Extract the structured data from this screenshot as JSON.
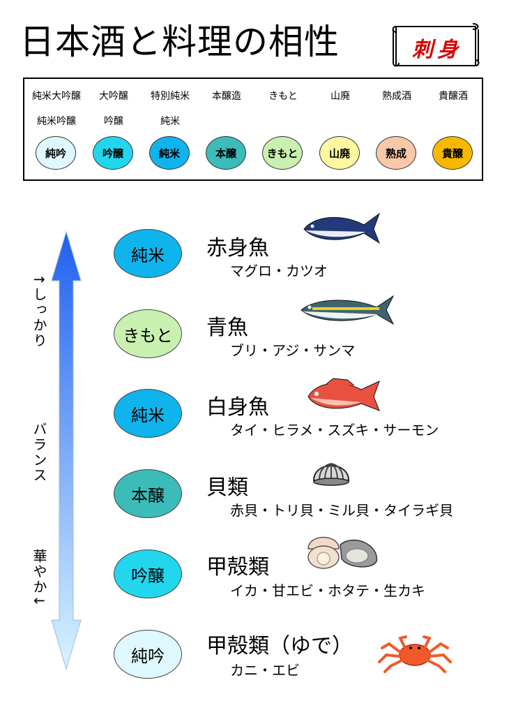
{
  "title": "日本酒と料理の相性",
  "scroll_label": "刺身",
  "legend": [
    {
      "name": "純米大吟醸",
      "name2": "純米吟醸",
      "short": "純吟",
      "color": "#dff8ff"
    },
    {
      "name": "大吟醸",
      "name2": "吟醸",
      "short": "吟醸",
      "color": "#22d6ee"
    },
    {
      "name": "特別純米",
      "name2": "純米",
      "short": "純米",
      "color": "#10b4ec"
    },
    {
      "name": "本醸造",
      "name2": "",
      "short": "本醸",
      "color": "#3cbcb8"
    },
    {
      "name": "きもと",
      "name2": "",
      "short": "きもと",
      "color": "#c8f0b0"
    },
    {
      "name": "山廃",
      "name2": "",
      "short": "山廃",
      "color": "#fff6a0"
    },
    {
      "name": "熟成酒",
      "name2": "",
      "short": "熟成",
      "color": "#f8c8a8"
    },
    {
      "name": "貴醸酒",
      "name2": "",
      "short": "貴醸",
      "color": "#f8b800"
    }
  ],
  "scale": {
    "top": "↑しっかり",
    "middle": "バランス",
    "bottom": "華やか↓"
  },
  "rows": [
    {
      "badge": "純米",
      "badge_color": "#10b4ec",
      "category": "赤身魚",
      "examples": "マグロ・カツオ",
      "icon": "tuna-icon"
    },
    {
      "badge": "きもと",
      "badge_color": "#c8f0b0",
      "category": "青魚",
      "examples": "ブリ・アジ・サンマ",
      "icon": "yellowtail-icon"
    },
    {
      "badge": "純米",
      "badge_color": "#10b4ec",
      "category": "白身魚",
      "examples": "タイ・ヒラメ・スズキ・サーモン",
      "icon": "sea-bream-icon"
    },
    {
      "badge": "本醸",
      "badge_color": "#3cbcb8",
      "category": "貝類",
      "examples": "赤貝・トリ貝・ミル貝・タイラギ貝",
      "icon": "clam-icon"
    },
    {
      "badge": "吟醸",
      "badge_color": "#22d6ee",
      "category": "甲殻類",
      "examples": "イカ・甘エビ・ホタテ・生カキ",
      "icon": "scallop-oyster-icon"
    },
    {
      "badge": "純吟",
      "badge_color": "#dff8ff",
      "category": "甲殻類（ゆで）",
      "examples": "カニ・エビ",
      "icon": "crab-icon"
    }
  ]
}
